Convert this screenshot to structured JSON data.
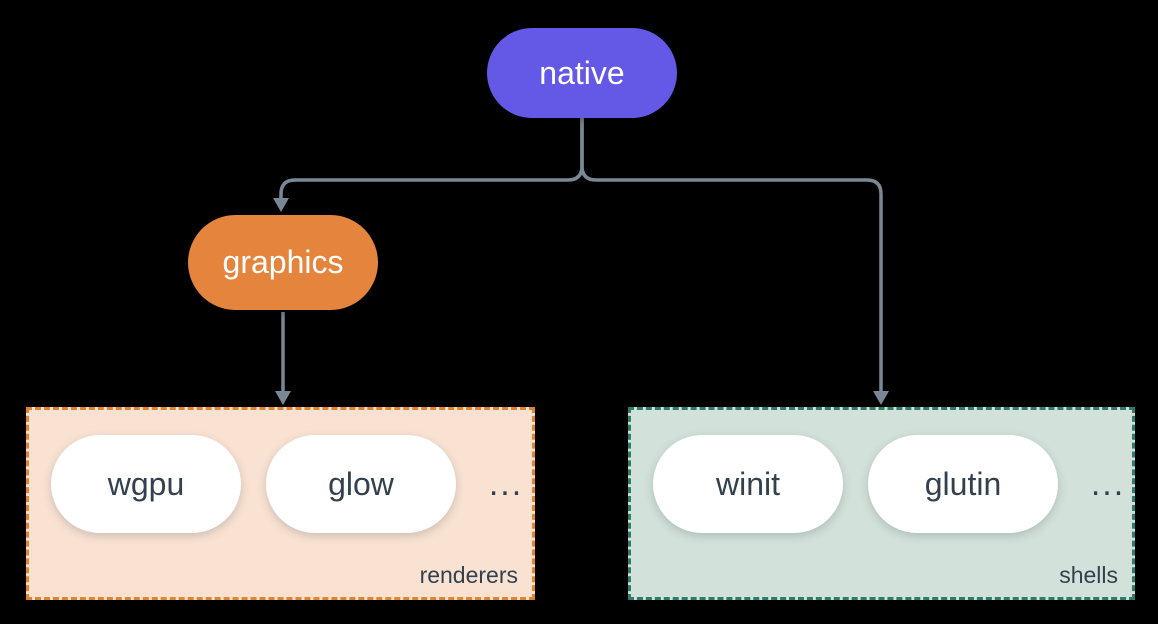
{
  "background": "#000000",
  "connector": {
    "color": "#7A8795"
  },
  "nodes": {
    "native": {
      "label": "native",
      "fill": "#6459E6",
      "text_color": "#FFFFFF"
    },
    "graphics": {
      "label": "graphics",
      "fill": "#E5843C",
      "text_color": "#FFFFFF"
    }
  },
  "groups": {
    "renderers": {
      "label": "renderers",
      "label_color": "#33404D",
      "background": "#F9E2D2",
      "border_color": "#E2832F",
      "item_fill": "#FFFFFF",
      "item_text_color": "#33404D",
      "items": [
        {
          "label": "wgpu"
        },
        {
          "label": "glow"
        }
      ],
      "more_label": "..."
    },
    "shells": {
      "label": "shells",
      "label_color": "#33404D",
      "background": "#D2E1D9",
      "border_color": "#2E7D6C",
      "item_fill": "#FFFFFF",
      "item_text_color": "#33404D",
      "items": [
        {
          "label": "winit"
        },
        {
          "label": "glutin"
        }
      ],
      "more_label": "..."
    }
  }
}
